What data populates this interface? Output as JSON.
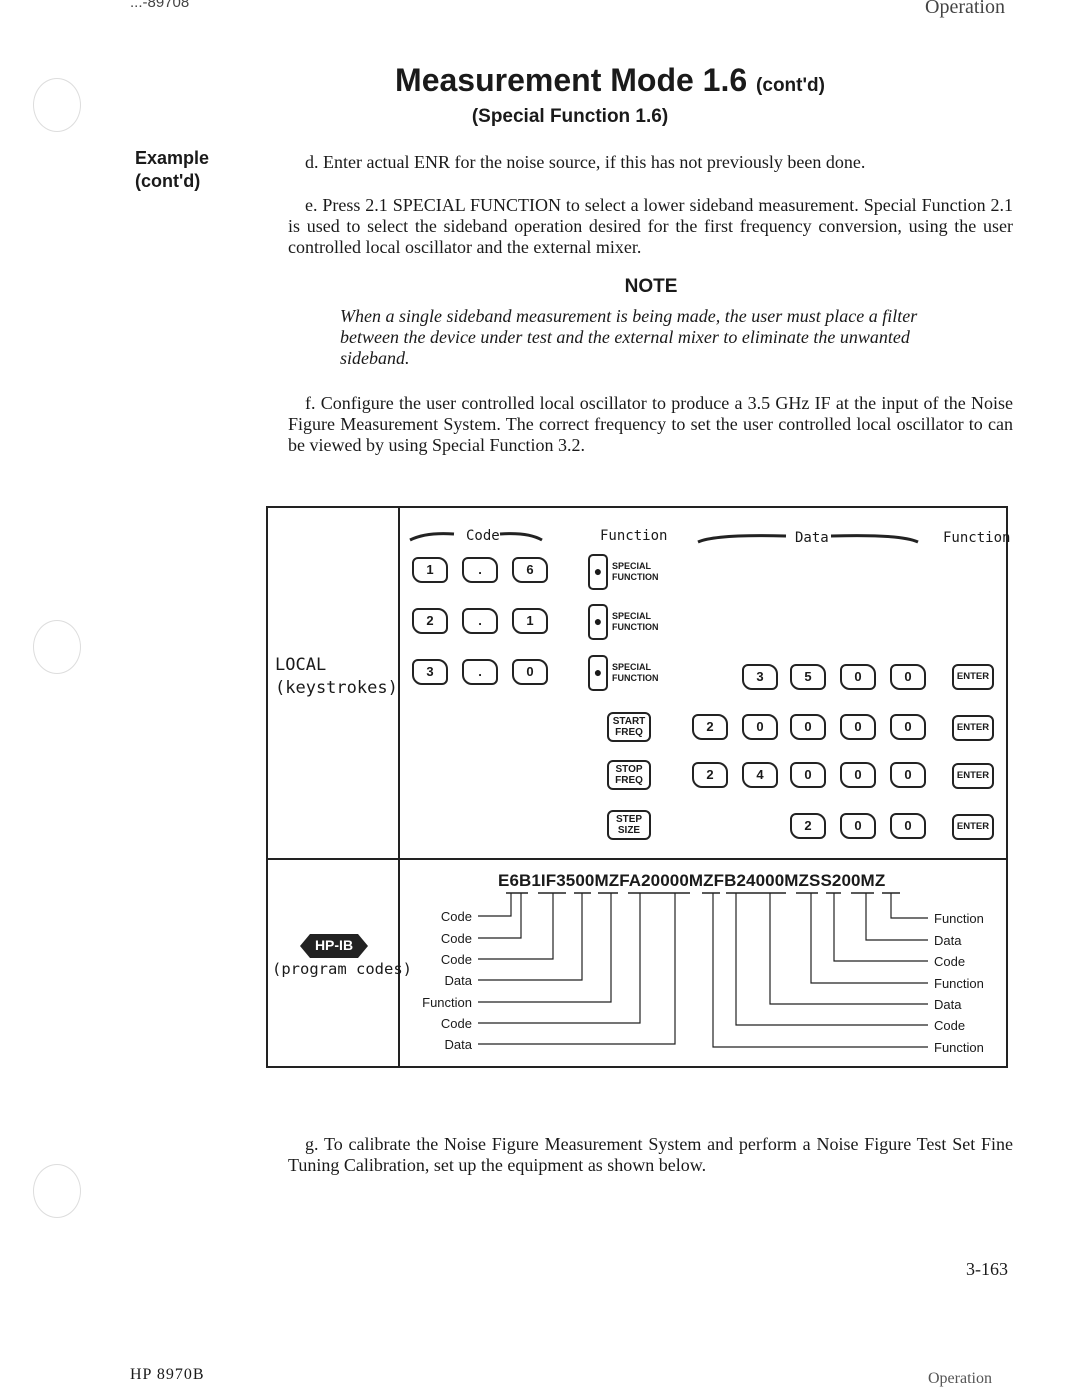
{
  "header": {
    "left_fragment": "...-89708",
    "right_fragment": "Operation"
  },
  "title": {
    "main": "Measurement Mode 1.6",
    "suffix": "(cont'd)",
    "subtitle": "(Special Function 1.6)"
  },
  "sidebar": {
    "line1": "Example",
    "line2": "(cont'd)"
  },
  "paragraphs": {
    "d": "d. Enter actual ENR for the noise source, if this has not previously been done.",
    "e": "e. Press 2.1 SPECIAL FUNCTION to select a lower sideband measurement. Special Function 2.1 is used to select the sideband operation desired for the first frequency conversion, using the user controlled local oscillator and the external mixer.",
    "f": "f. Configure the user controlled local oscillator to produce a 3.5 GHz IF at the input of the Noise Figure Measurement System. The correct frequency to set the user controlled local oscillator to can be viewed by using Special Function 3.2.",
    "g": "g. To calibrate the Noise Figure Measurement System and perform a Noise Figure Test Set Fine Tuning Calibration, set up the equipment as shown below."
  },
  "note": {
    "heading": "NOTE",
    "body": "When a single sideband measurement is being made, the user must place a filter between the device under test and the external mixer to eliminate the unwanted sideband."
  },
  "diagram": {
    "columns": {
      "code": "Code",
      "function": "Function",
      "data": "Data",
      "function2": "Function"
    },
    "local_label": {
      "line1": "LOCAL",
      "line2": "(keystrokes)"
    },
    "code_rows": [
      [
        "1",
        ".",
        "6"
      ],
      [
        "2",
        ".",
        "1"
      ],
      [
        "3",
        ".",
        "0"
      ]
    ],
    "special_function_label": {
      "line1": "SPECIAL",
      "line2": "FUNCTION"
    },
    "function_dot": "●",
    "freq_keys": [
      {
        "line1": "START",
        "line2": "FREQ"
      },
      {
        "line1": "STOP",
        "line2": "FREQ"
      },
      {
        "line1": "STEP",
        "line2": "SIZE"
      }
    ],
    "data_rows": [
      [
        "3",
        "5",
        "0",
        "0"
      ],
      [
        "2",
        "0",
        "0",
        "0",
        "0"
      ],
      [
        "2",
        "4",
        "0",
        "0",
        "0"
      ],
      [
        "2",
        "0",
        "0"
      ]
    ],
    "enter_label": "ENTER",
    "hpib_badge": "HP-IB",
    "program_label": "(program codes)",
    "program_string": "E6B1IF3500MZFA20000MZFB24000MZSS200MZ",
    "left_labels": [
      "Code",
      "Code",
      "Code",
      "Data",
      "Function",
      "Code",
      "Data"
    ],
    "right_labels": [
      "Function",
      "Data",
      "Code",
      "Function",
      "Data",
      "Code",
      "Function"
    ]
  },
  "page_number": "3-163",
  "footer": {
    "left": "HP 8970B",
    "right": "Operation"
  }
}
